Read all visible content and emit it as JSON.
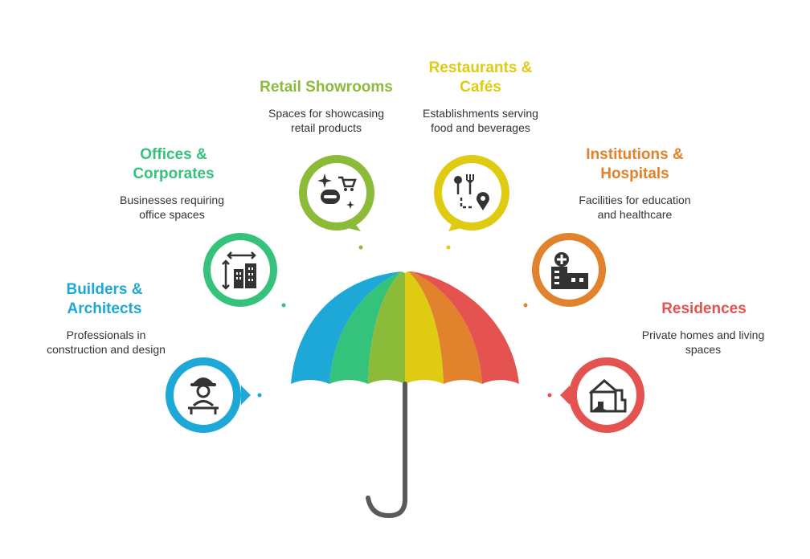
{
  "segments": [
    {
      "key": "builders",
      "title": "Builders &\nArchitects",
      "desc": "Professionals in\nconstruction and design",
      "color": "#1da8d8",
      "icon": "construction-worker-icon"
    },
    {
      "key": "offices",
      "title": "Offices &\nCorporates",
      "desc": "Businesses requiring\noffice spaces",
      "color": "#35c27a",
      "icon": "office-buildings-icon"
    },
    {
      "key": "retail",
      "title": "Retail Showrooms",
      "desc": "Spaces for showcasing\nretail products",
      "color": "#8cbb3a",
      "icon": "shopping-cart-icon"
    },
    {
      "key": "restaurants",
      "title": "Restaurants &\nCafés",
      "desc": "Establishments serving\nfood and beverages",
      "color": "#dfcb12",
      "icon": "cutlery-location-icon"
    },
    {
      "key": "institutions",
      "title": "Institutions &\nHospitals",
      "desc": "Facilities for education\nand healthcare",
      "color": "#e1822c",
      "icon": "hospital-icon"
    },
    {
      "key": "residences",
      "title": "Residences",
      "desc": "Private homes and living\nspaces",
      "color": "#e4534f",
      "icon": "house-icon"
    }
  ],
  "colors": {
    "handle": "#5a5a5a",
    "icon_fill": "#333333"
  }
}
